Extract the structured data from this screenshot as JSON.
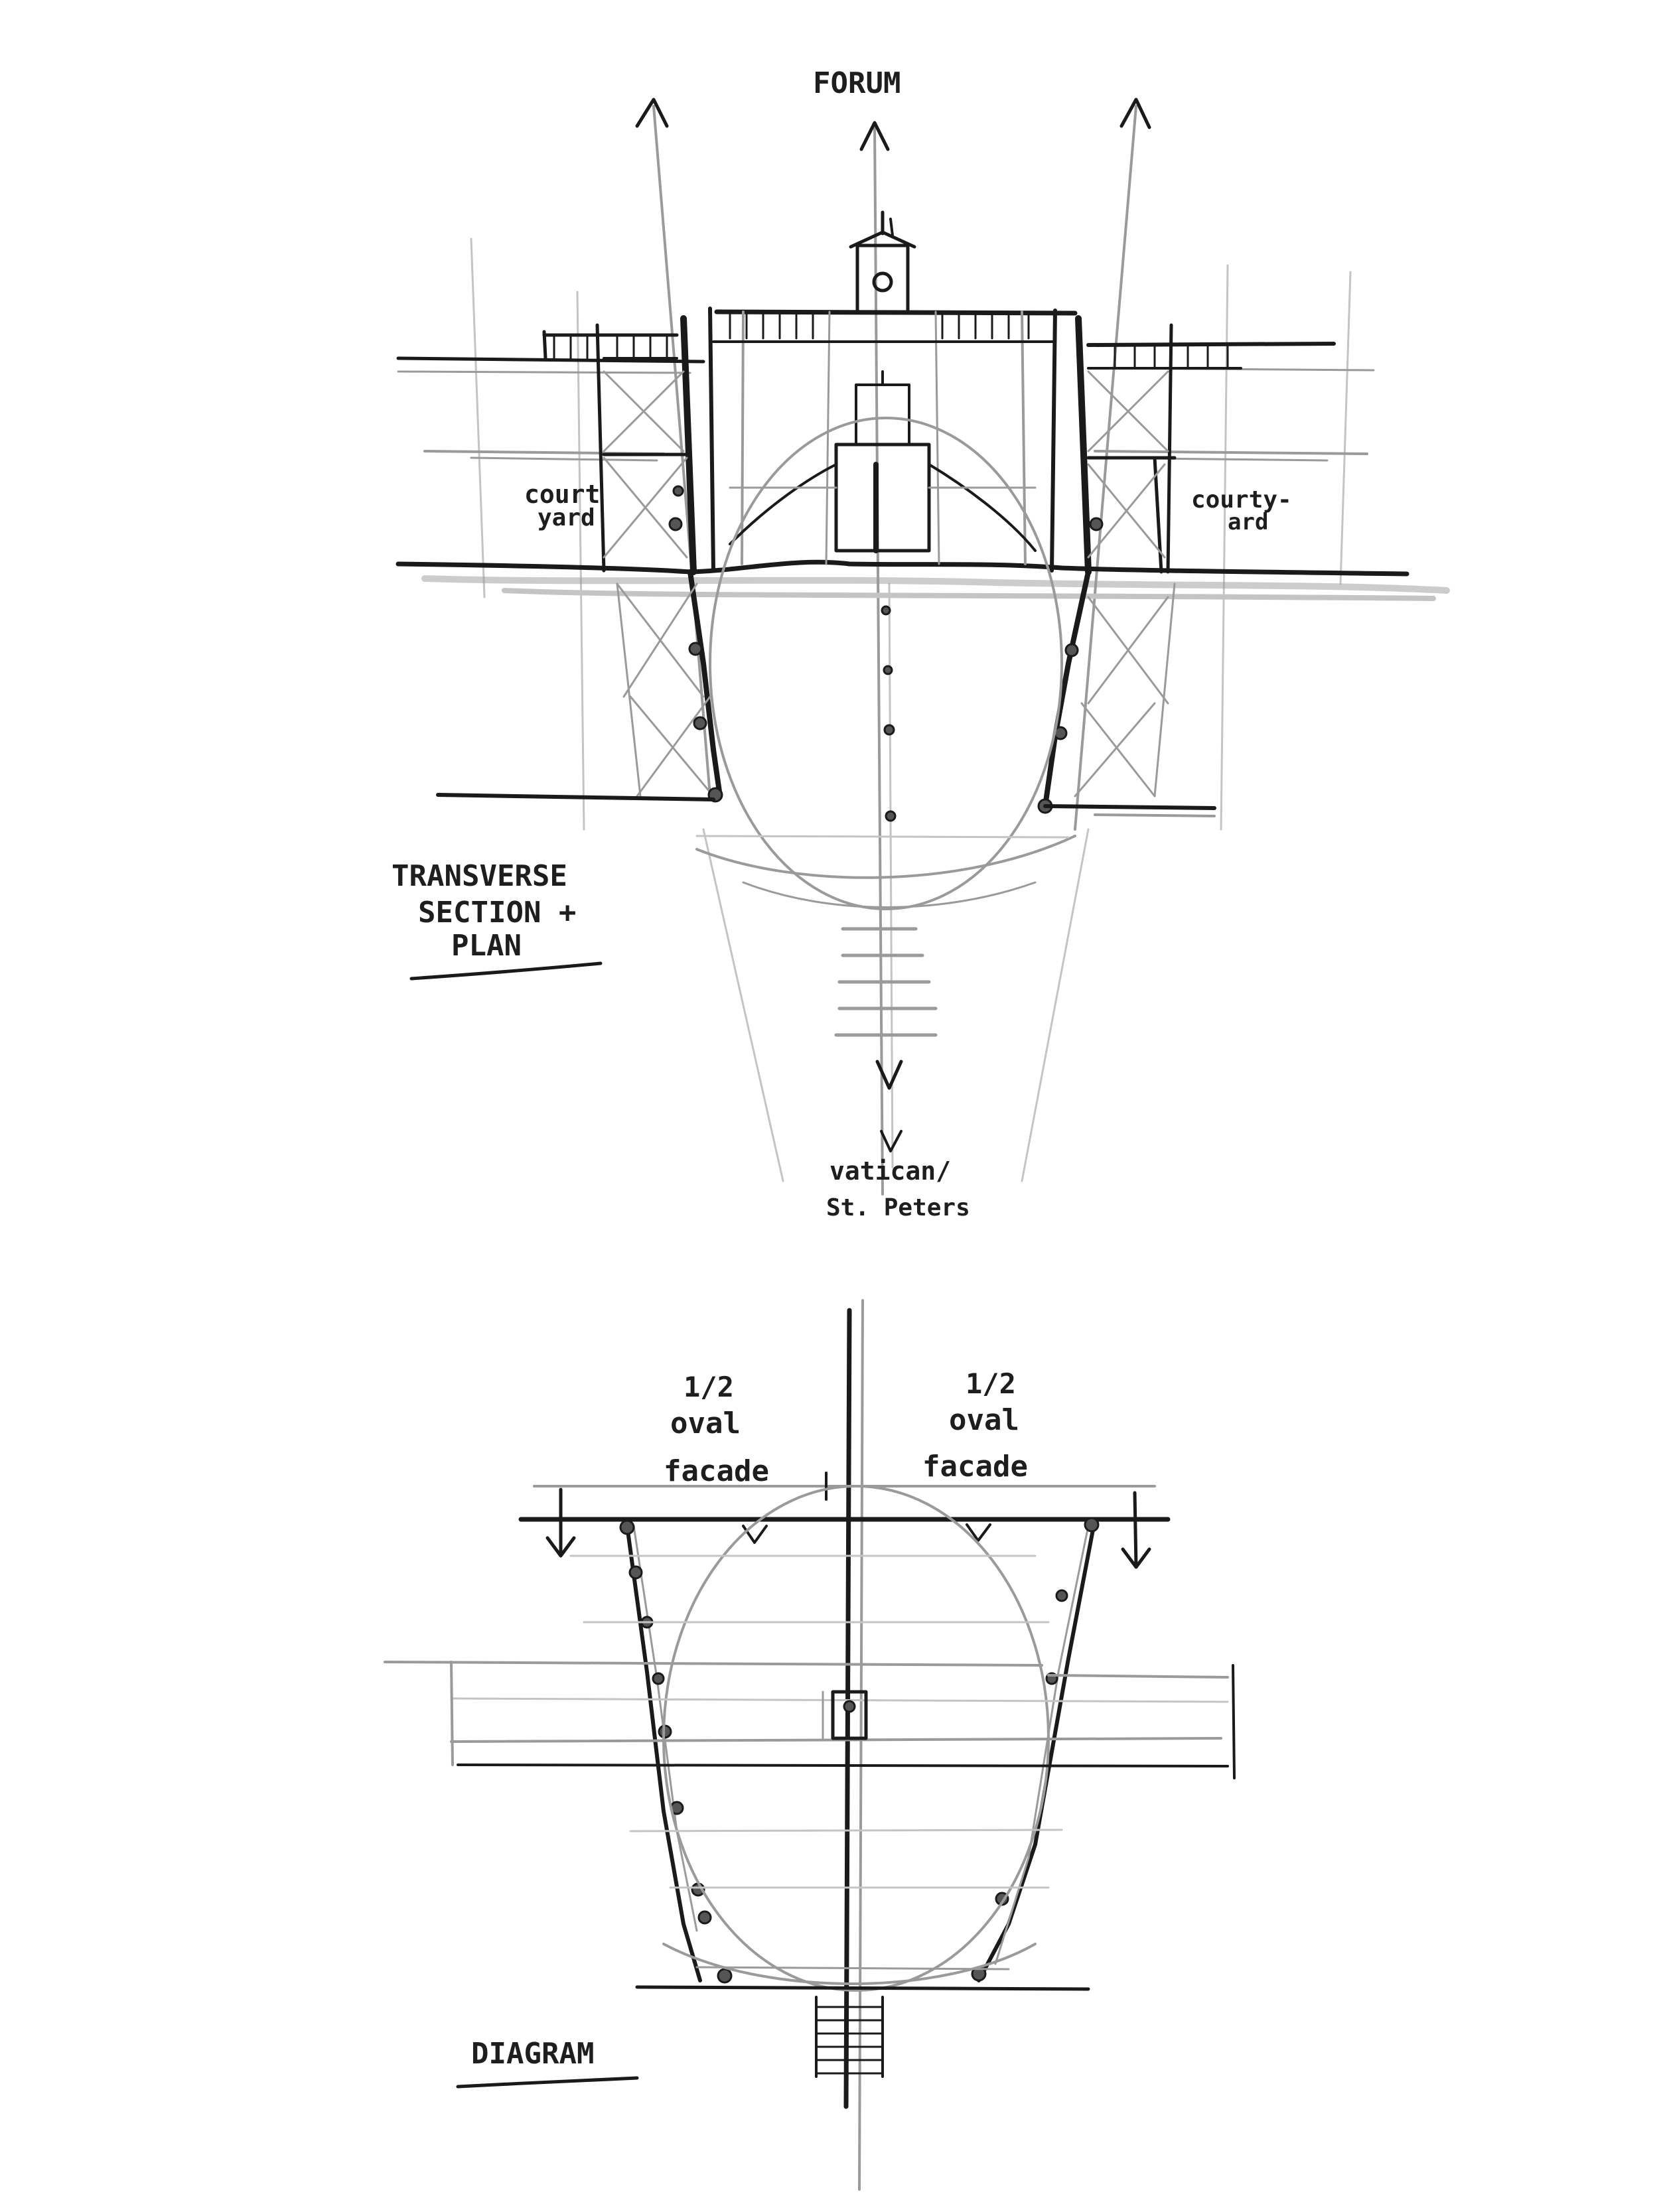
{
  "labels": {
    "forum": "FORUM",
    "courtyard_left_1": "court",
    "courtyard_left_2": "yard",
    "courtyard_right_1": "courty-",
    "courtyard_right_2": "ard",
    "section_title_1": "TRANSVERSE",
    "section_title_2": "SECTION +",
    "section_title_3": "PLAN",
    "vatican_1": "vatican/",
    "vatican_2": "St. Peters",
    "half_left_1": "1/2",
    "half_left_2": "oval",
    "half_left_3": "facade",
    "half_right_1": "1/2",
    "half_right_2": "oval",
    "half_right_3": "facade",
    "diagram_title": "DIAGRAM"
  },
  "colors": {
    "ink": "#1a1a1a",
    "pencil": "#9a9a9a",
    "paper": "#ffffff"
  }
}
